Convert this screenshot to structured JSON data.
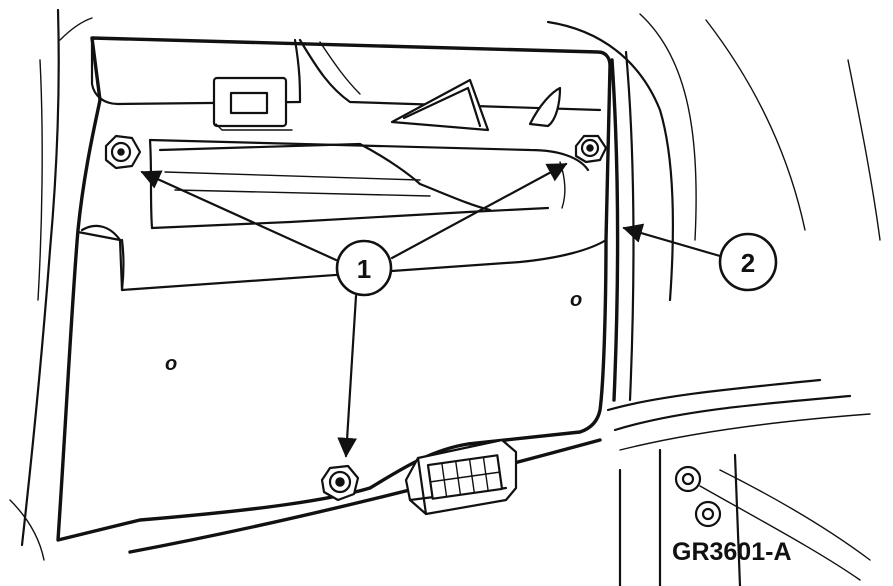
{
  "callouts": [
    {
      "number": "1",
      "meaning": "nut"
    },
    {
      "number": "2",
      "meaning": "panel"
    }
  ],
  "figure_reference": "GR3601-A",
  "hole_marks": [
    "o",
    "o"
  ],
  "icons": [
    "nut-icon",
    "connector-icon",
    "arrow-icon"
  ],
  "colors": {
    "ink": "#111111",
    "paper": "#ffffff"
  }
}
